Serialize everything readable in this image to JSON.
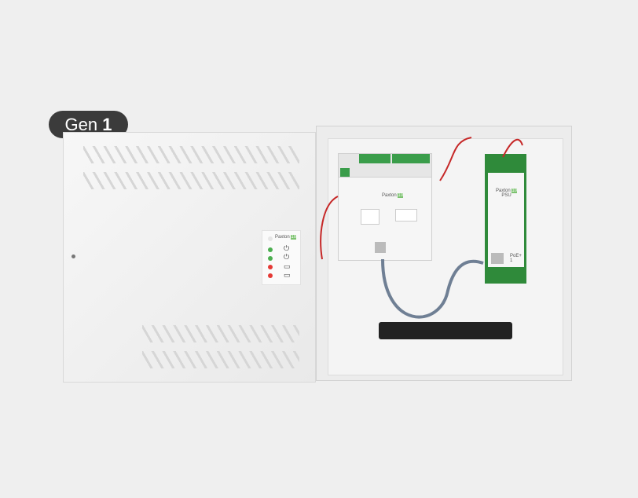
{
  "badge": {
    "prefix": "Gen",
    "number": "1"
  },
  "door_panel": {
    "brand": "Paxton",
    "logo_mark": "10"
  },
  "controller": {
    "brand": "Paxton",
    "logo_mark": "10"
  },
  "psu": {
    "brand": "Paxton",
    "logo_mark": "10",
    "label": "PSU",
    "port_label": "PoE+ 1"
  },
  "colors": {
    "badge": "#3b3b3b",
    "led_green": "#4caf50",
    "led_red": "#e53935",
    "pcb_green": "#2f8a3a",
    "cable": "#6f7f94"
  }
}
